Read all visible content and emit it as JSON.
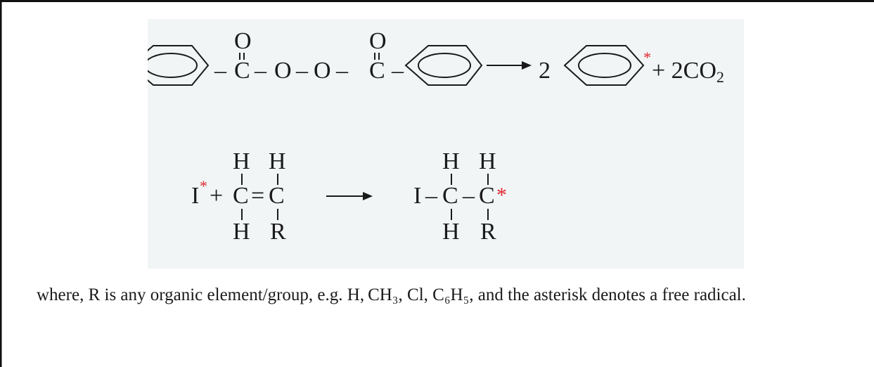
{
  "colors": {
    "panel_bg": "#f1f5f5",
    "radical": "#e0262f",
    "ink": "#1a1a1a",
    "border": "#111111"
  },
  "reaction1": {
    "oxygen_top_left": "O",
    "carbonyl_left": "C",
    "dash": "–",
    "oxygen_bridge_1": "O",
    "oxygen_bridge_2": "O",
    "oxygen_top_right": "O",
    "carbonyl_right": "C",
    "coefficient": "2",
    "radical_mark": "*",
    "plus_co2": "+ 2CO",
    "co2_subscript": "2"
  },
  "reaction2": {
    "initiator": "I",
    "radical_mark": "*",
    "plus": "+",
    "equals": "=",
    "carbon": "C",
    "hydrogen": "H",
    "group": "R",
    "product_initiator": "I",
    "product_radical_mark": "*"
  },
  "caption": {
    "text": "where, R is any organic element/group, e.g. H, CH₃, Cl, C₆H₅, and the asterisk denotes a free radical."
  }
}
